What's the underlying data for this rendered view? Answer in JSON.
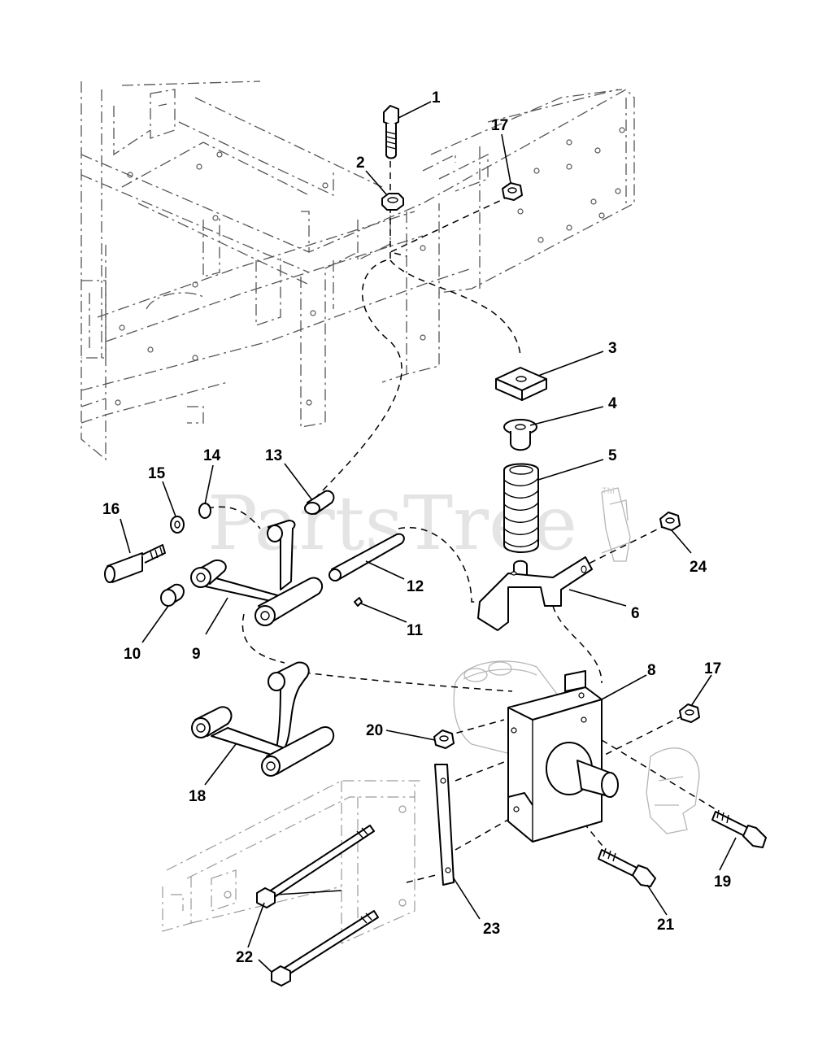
{
  "watermark": "PartsTree",
  "trademark": "TM",
  "callouts": [
    {
      "id": "1",
      "label": "1"
    },
    {
      "id": "2",
      "label": "2"
    },
    {
      "id": "3",
      "label": "3"
    },
    {
      "id": "4",
      "label": "4"
    },
    {
      "id": "5",
      "label": "5"
    },
    {
      "id": "6",
      "label": "6"
    },
    {
      "id": "8",
      "label": "8"
    },
    {
      "id": "9",
      "label": "9"
    },
    {
      "id": "10",
      "label": "10"
    },
    {
      "id": "11",
      "label": "11"
    },
    {
      "id": "12",
      "label": "12"
    },
    {
      "id": "13",
      "label": "13"
    },
    {
      "id": "14",
      "label": "14"
    },
    {
      "id": "15",
      "label": "15"
    },
    {
      "id": "16",
      "label": "16"
    },
    {
      "id": "17a",
      "label": "17"
    },
    {
      "id": "17b",
      "label": "17"
    },
    {
      "id": "18",
      "label": "18"
    },
    {
      "id": "19",
      "label": "19"
    },
    {
      "id": "20",
      "label": "20"
    },
    {
      "id": "21",
      "label": "21"
    },
    {
      "id": "22",
      "label": "22"
    },
    {
      "id": "23",
      "label": "23"
    },
    {
      "id": "24",
      "label": "24"
    }
  ]
}
